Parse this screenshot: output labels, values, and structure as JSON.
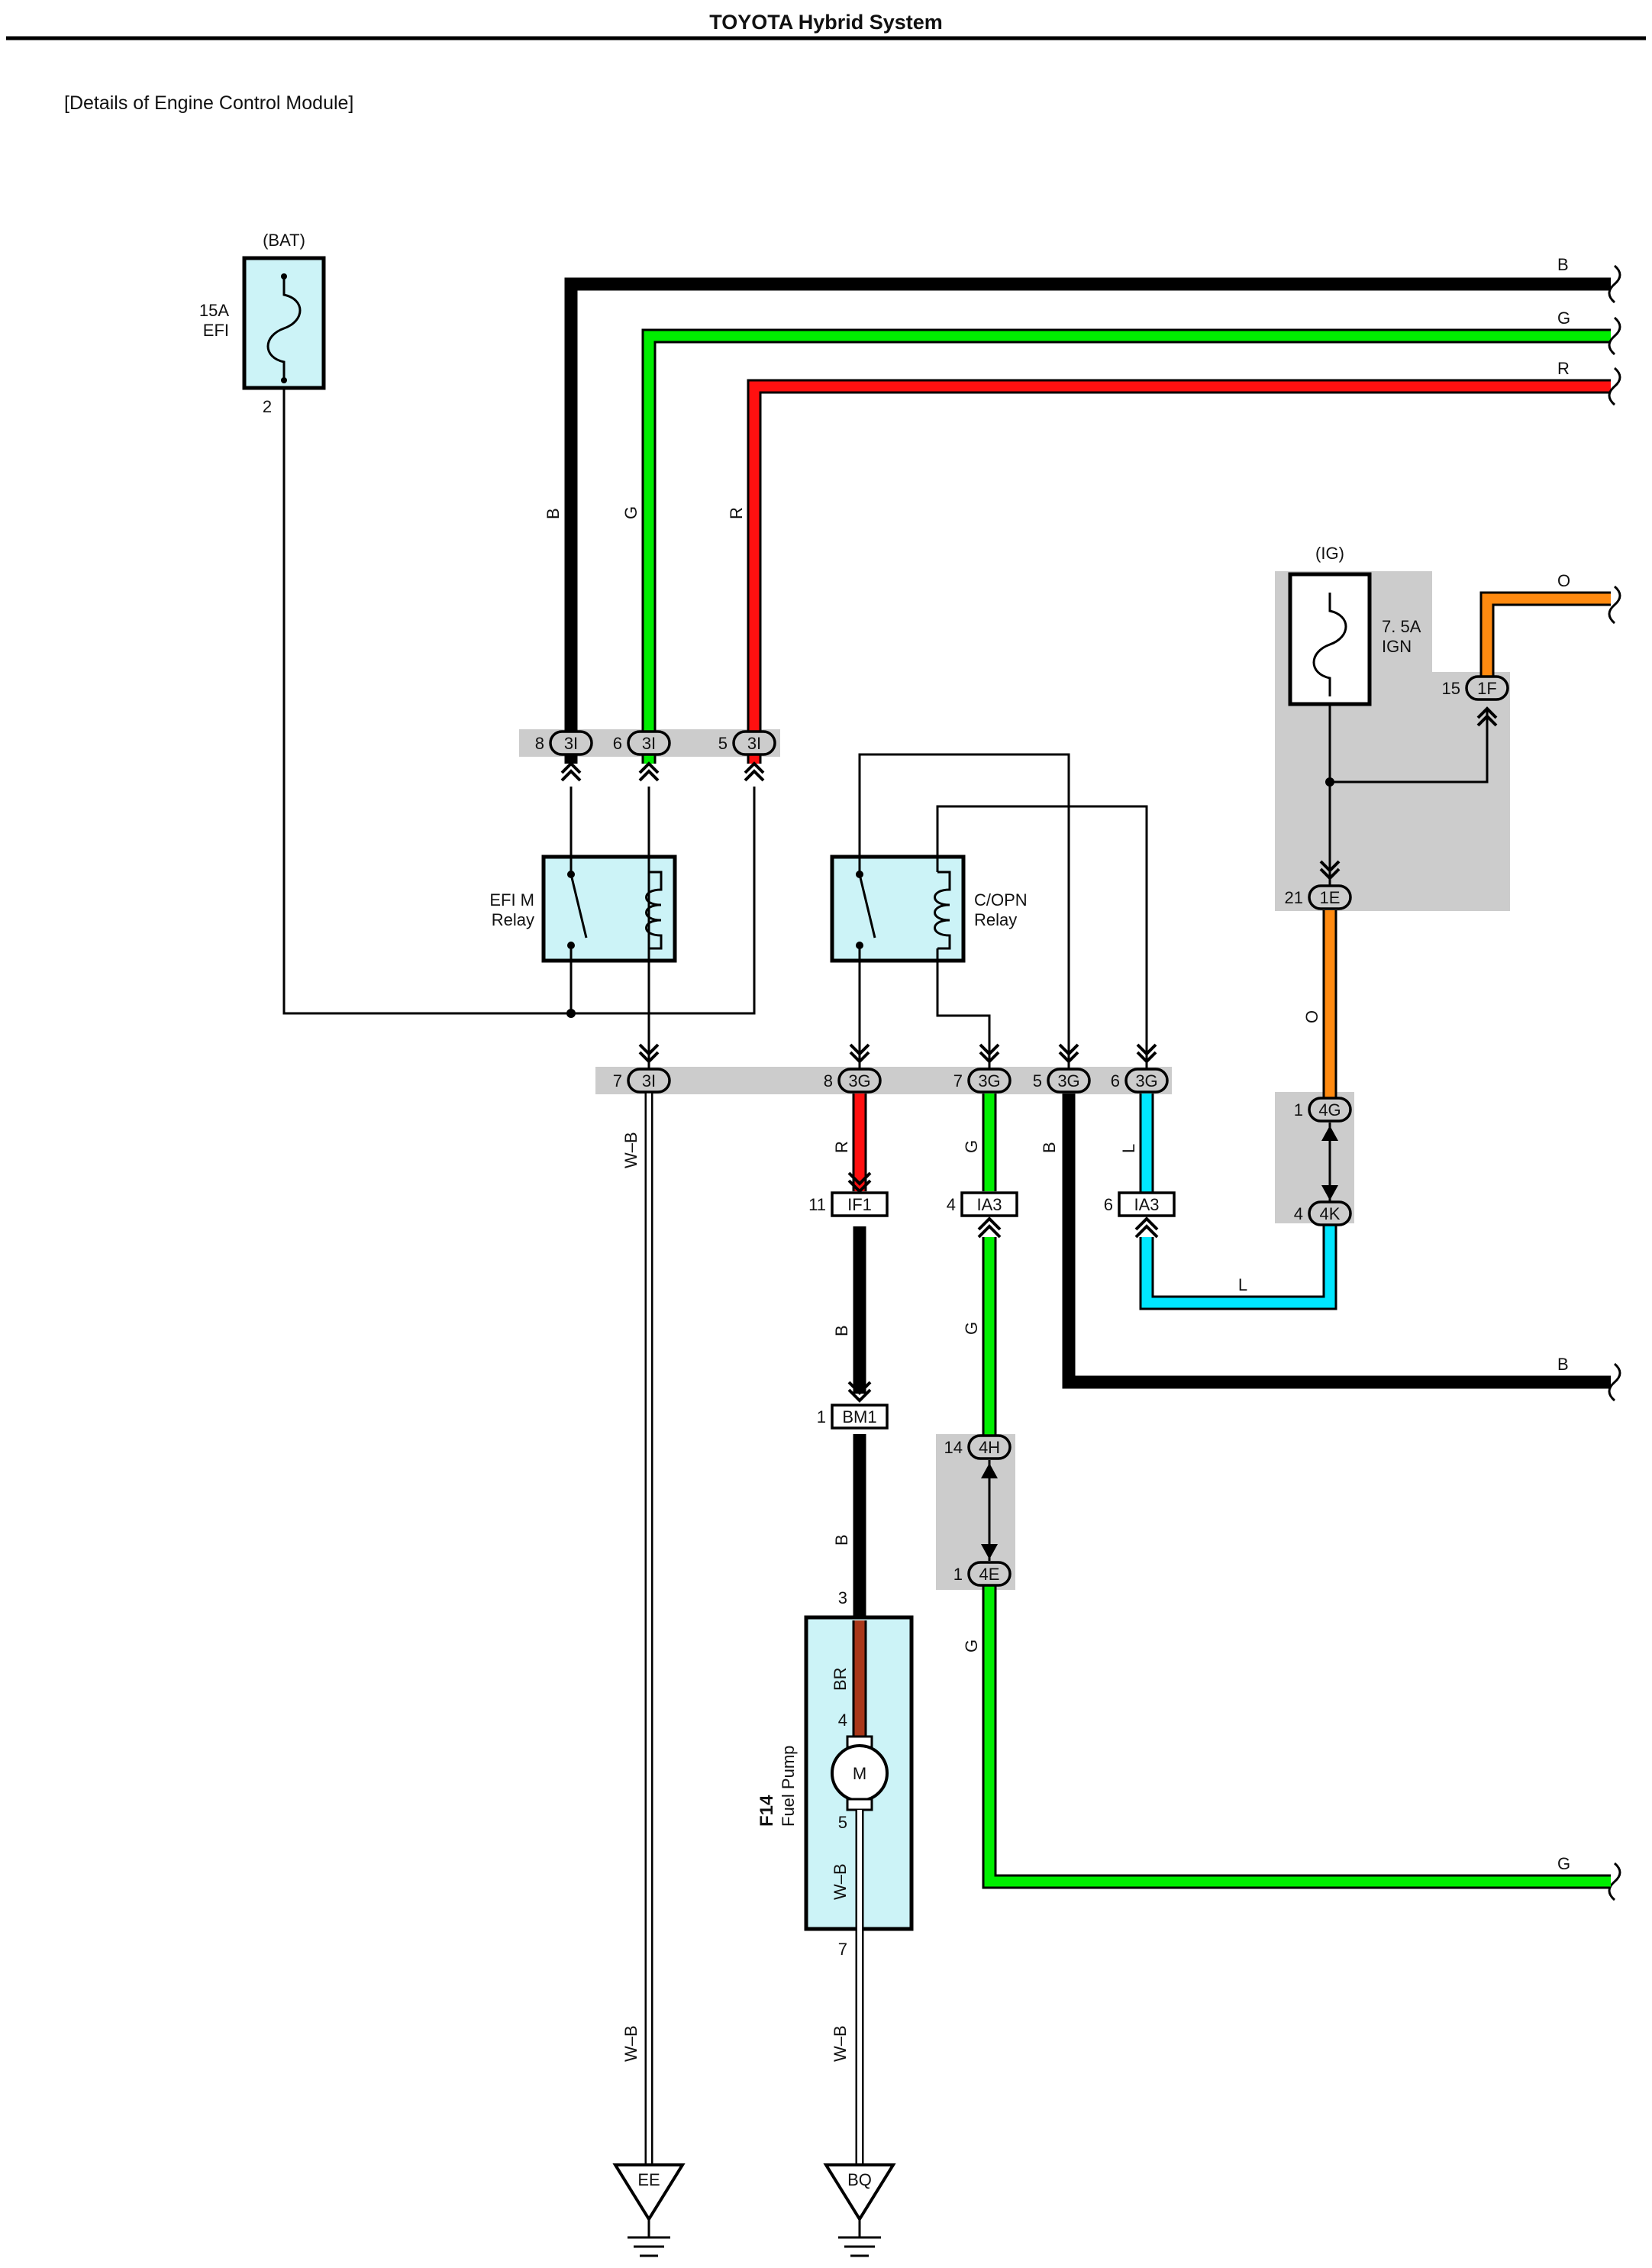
{
  "header": {
    "title": "TOYOTA Hybrid System"
  },
  "subtitle": "[Details of Engine Control Module]",
  "colors": {
    "B": "#000000",
    "G": "#00ee00",
    "R": "#ff1010",
    "O": "#ff8a10",
    "L": "#00e6ff",
    "BR": "#a8381a",
    "W-B": "#ffffff",
    "component_fill": "#ccf3f7",
    "junction_fill": "#cccccc"
  },
  "fuses": {
    "bat": {
      "source": "(BAT)",
      "rating": "15A",
      "name": "EFI",
      "pin": "2"
    },
    "ig": {
      "source": "(IG)",
      "rating": "7. 5A",
      "name": "IGN"
    }
  },
  "relays": {
    "efi_m": {
      "name1": "EFI M",
      "name2": "Relay"
    },
    "c_opn": {
      "name1": "C/OPN",
      "name2": "Relay"
    }
  },
  "pump": {
    "id": "F14",
    "name": "Fuel Pump",
    "motor": "M",
    "pins": [
      "3",
      "4",
      "5",
      "7"
    ]
  },
  "connectors": {
    "c3I_8": {
      "code": "3I",
      "pin": "8"
    },
    "c3I_6": {
      "code": "3I",
      "pin": "6"
    },
    "c3I_5": {
      "code": "3I",
      "pin": "5"
    },
    "c3I_7": {
      "code": "3I",
      "pin": "7"
    },
    "c3G_8": {
      "code": "3G",
      "pin": "8"
    },
    "c3G_7": {
      "code": "3G",
      "pin": "7"
    },
    "c3G_5": {
      "code": "3G",
      "pin": "5"
    },
    "c3G_6": {
      "code": "3G",
      "pin": "6"
    },
    "c1F_15": {
      "code": "1F",
      "pin": "15"
    },
    "c1E_21": {
      "code": "1E",
      "pin": "21"
    },
    "c4G_1": {
      "code": "4G",
      "pin": "1"
    },
    "c4K_4": {
      "code": "4K",
      "pin": "4"
    },
    "c4H_14": {
      "code": "4H",
      "pin": "14"
    },
    "c4E_1": {
      "code": "4E",
      "pin": "1"
    },
    "cIF1_11": {
      "code": "IF1",
      "pin": "11"
    },
    "cIA3_4": {
      "code": "IA3",
      "pin": "4"
    },
    "cIA3_6": {
      "code": "IA3",
      "pin": "6"
    },
    "cBM1_1": {
      "code": "BM1",
      "pin": "1"
    }
  },
  "wire_labels": {
    "top_b": "B",
    "top_g": "G",
    "top_r": "R",
    "riser_b": "B",
    "riser_g": "G",
    "riser_r": "R",
    "o_top": "O",
    "o_mid": "O",
    "w_b_left_top": "W–B",
    "w_b_left_bottom": "W–B",
    "r_mid": "R",
    "g_mid": "G",
    "b_mid": "B",
    "l_mid": "L",
    "l_bottom": "L",
    "b_right": "B",
    "g_ia3": "G",
    "b_if1": "B",
    "b_bm1": "B",
    "g_4e": "G",
    "g_right": "G",
    "br_pump": "BR",
    "w_b_pump": "W–B",
    "w_b_pump_bottom": "W–B"
  },
  "grounds": {
    "ee": "EE",
    "bq": "BQ"
  }
}
